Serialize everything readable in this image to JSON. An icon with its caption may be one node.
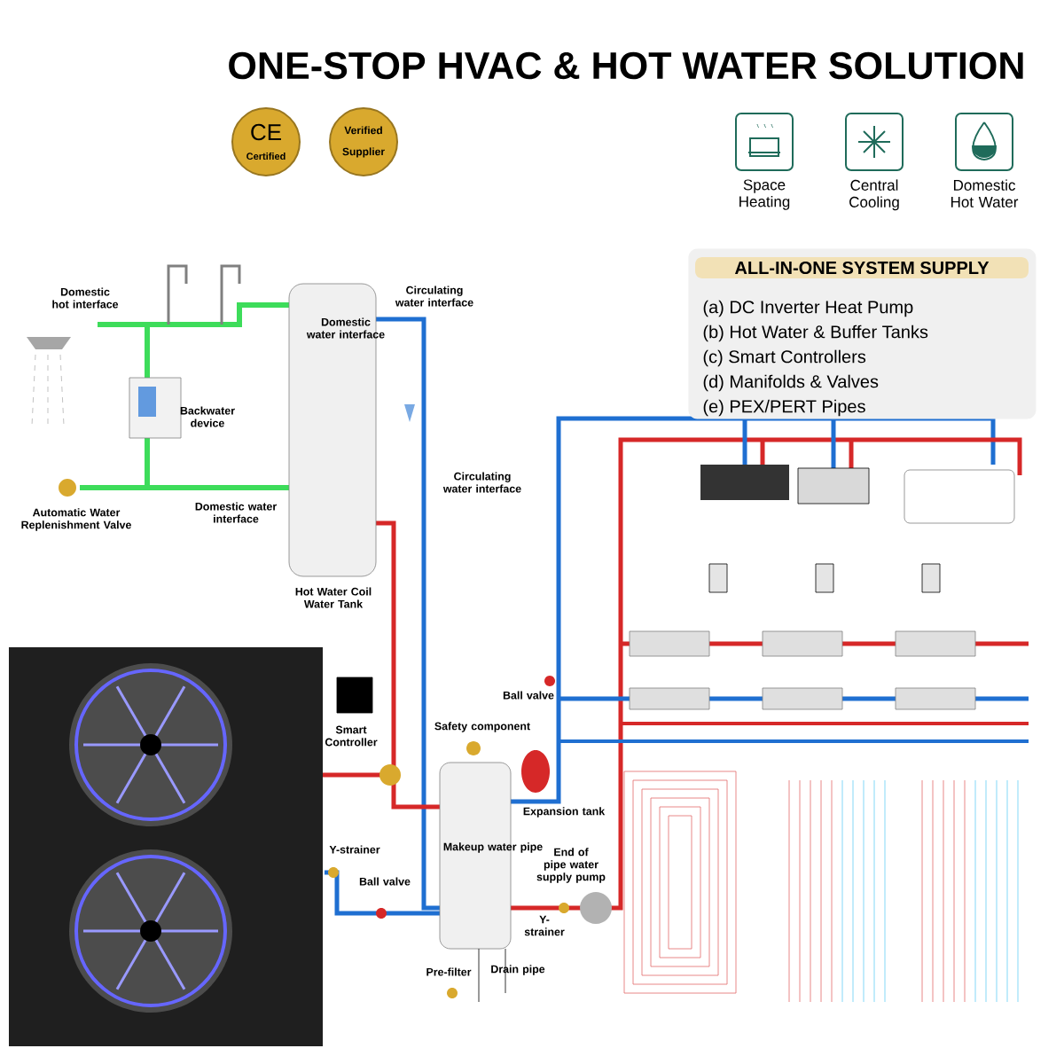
{
  "diagram": {
    "title": "ONE-STOP HVAC & HOT WATER SOLUTION",
    "nodes": [
      {
        "text": [
          "Space Heating"
        ]
      },
      {
        "text": [
          "Central Cooling"
        ]
      },
      {
        "text": [
          "Domestic Hot Water"
        ]
      },
      {
        "text": [
          "ALL-IN-ONE SYSTEM SUPPLY",
          "(a) DC Inverter Heat Pump",
          "(b) Hot Water & Buffer Tanks",
          "(c) Smart Controllers",
          "(d) Manifolds & Valves",
          "(e) PEX/PERT Pipes"
        ]
      },
      {
        "text": [
          "CE",
          "Certified"
        ]
      },
      {
        "text": [
          "Verified Supplier"
        ]
      }
    ],
    "labels": [
      "Domestic hot interface",
      "Domestic water interface",
      "Circulating water interface",
      "Backwater device",
      "Automatic Water Replenishment Valve",
      "Domestic water interface",
      "Circulating water interface",
      "Hot Water Coil Water Tank",
      "Smart Controller",
      "Safety component",
      "Ball valve",
      "Expansion tank",
      "Makeup water pipe",
      "End of pipe water supply pump",
      "Y-strainer",
      "Ball valve",
      "Y-strainer",
      "Pre-filter",
      "Drain pipe"
    ]
  }
}
